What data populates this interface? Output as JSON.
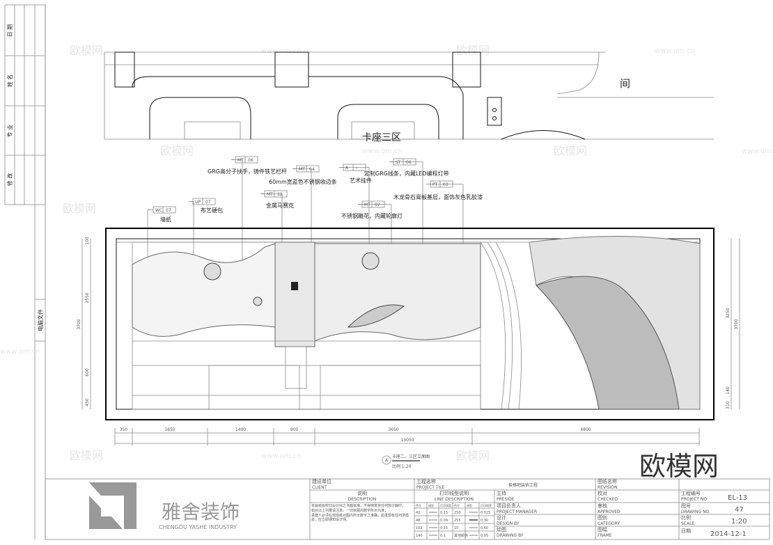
{
  "side_strip": {
    "labels": [
      "日 期",
      "姓 名",
      "专 业",
      "修 改"
    ],
    "file_label": "电脑文件"
  },
  "plan": {
    "room_label": "卡座三区",
    "side_label": "间"
  },
  "callouts": [
    {
      "code": "WC",
      "num": "07",
      "text": "墙纸"
    },
    {
      "code": "UP",
      "num": "07",
      "text": "布艺硬包"
    },
    {
      "code": "MT",
      "num": "06",
      "text": "GRG高分子扶手，铸件铁艺栏杆"
    },
    {
      "code": "MT",
      "num": "12",
      "text": "金属马赛克"
    },
    {
      "code": "MT",
      "num": "04",
      "text": "60mm宽蓝色不锈钢收边条"
    },
    {
      "code": "A",
      "num": "-",
      "text": "艺术挂件"
    },
    {
      "code": "MT",
      "num": "07",
      "text": "不锈钢雕花，内藏轮廓灯"
    },
    {
      "code": "ST",
      "num": "06",
      "text": "定制GRG线条，内藏LED编程灯带"
    },
    {
      "code": "PT",
      "num": "03",
      "text": "木龙骨石膏板基层，面饰灰色乳胶漆"
    }
  ],
  "dimensions": {
    "bottom_segments": [
      "350",
      "1650",
      "1400",
      "900",
      "3650",
      "4800"
    ],
    "bottom_total": "13050",
    "left": [
      "100",
      "2550",
      "600",
      "450"
    ],
    "left_total": "3700",
    "right": [
      "3250",
      "310",
      "140"
    ],
    "right_total": "3700"
  },
  "drawing_title": {
    "marker": "A",
    "title": "卡座二、三区立面图",
    "scale": "比例 1:20"
  },
  "title_block": {
    "company_cn": "雅舍装饰",
    "company_en": "CHENGDU YASHE INDUSTRY",
    "client_cn": "建设单位",
    "client_en": "CLIENT",
    "description_cn": "说明",
    "description_en": "DESCRIPTION",
    "description_text": [
      "本图纸版权归设计师之书面批准，不得随意将任何部分翻印；",
      "如对以上列量请注意，一切依图内数字所示为准；",
      "承建人必须在现场核对图内所示数字之准确，如发现有任何矛盾处，应立即通知设计师。"
    ],
    "project_title_cn": "工程名称",
    "project_title_en": "PROJECT TILE",
    "project_name": "俊格吧装饰工程",
    "line_desc_cn": "打印线型说明",
    "line_desc_en": "LINE DESCRIPTION",
    "line_table_headers": [
      "色号",
      "线型",
      "打印线宽",
      "色号",
      "线型",
      "打印线宽"
    ],
    "line_table_rows": [
      [
        "42",
        "0.15",
        "250",
        "0.025"
      ],
      [
        "48",
        "0.09",
        "255",
        "0.30"
      ],
      [
        "102",
        "0.15",
        "10",
        "0.60"
      ],
      [
        "140",
        "0.1",
        "其他颜色",
        "0.05"
      ]
    ],
    "preside_cn": "主持",
    "preside_en": "PRESIDE",
    "pm_cn": "项目负责人",
    "pm_en": "PROJECT MANAGER",
    "design_cn": "设计",
    "design_en": "DESIGN BY",
    "drawing_cn": "绘图",
    "drawing_en": "DRAWING BY",
    "revision_cn": "图纸名称",
    "revision_en": "REVISION",
    "checked_cn": "校对",
    "checked_en": "CHECKED",
    "approved_cn": "审核",
    "approved_en": "APPROVED",
    "category_cn": "图别",
    "category_en": "CATEGORY",
    "frame_cn": "图幅",
    "frame_en": "FRAME",
    "project_no_cn": "工程编号",
    "project_no_en": "PROJECT NO",
    "project_no": "EL-13",
    "drawing_no_cn": "图号",
    "drawing_no_en": "DRAWING NO.",
    "drawing_no": "47",
    "scale_cn": "比例",
    "scale_en": "SCALE",
    "scale": "1:20",
    "date_cn": "日期",
    "date": "2014-12-1"
  },
  "watermark": {
    "logo": "欧模网",
    "url": "www.om.cn"
  }
}
